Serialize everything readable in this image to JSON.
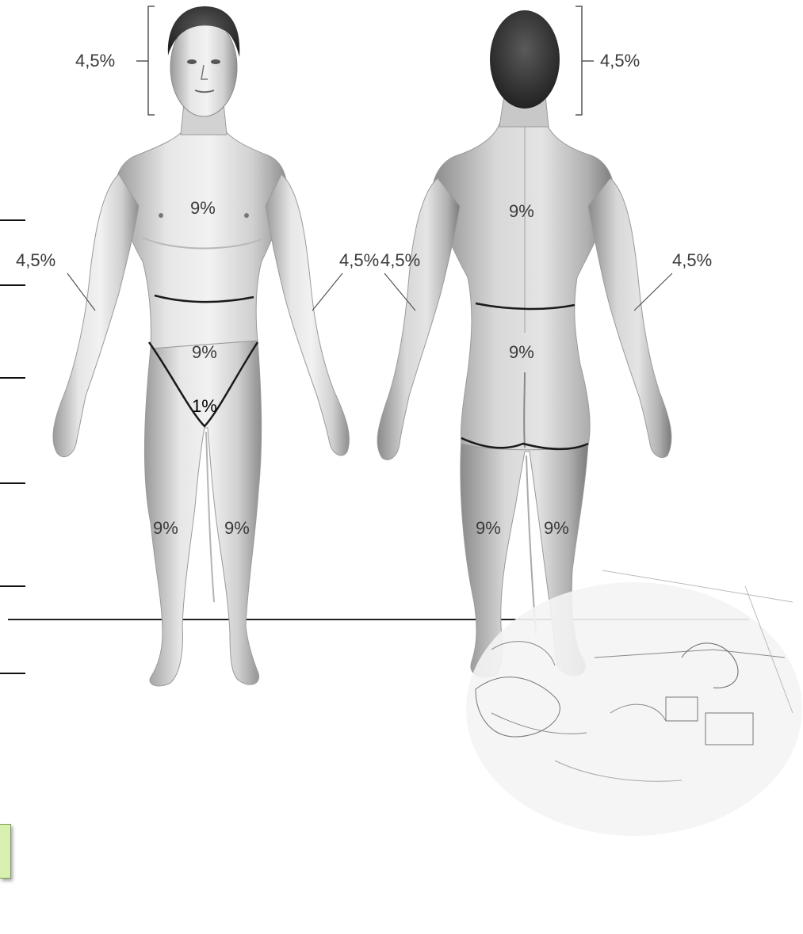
{
  "labels": {
    "front_head": "4,5%",
    "back_head": "4,5%",
    "front_chest": "9%",
    "front_arm_right": "4,5%",
    "front_arm_left": "4,5%",
    "front_abdomen": "9%",
    "front_genital": "1%",
    "front_leg_right": "9%",
    "front_leg_left": "9%",
    "back_upper": "9%",
    "back_arm_left": "4,5%",
    "back_arm_right": "4,5%",
    "back_lower": "9%",
    "back_leg_left": "9%",
    "back_leg_right": "9%"
  },
  "colors": {
    "skin_light": "#efefef",
    "skin_mid": "#c8c8c8",
    "skin_shadow": "#8c8c8c",
    "hair": "#3a3a3a",
    "outline": "#1a1a1a",
    "label_text": "#3a3a3a",
    "note_box": "#d8f0b0"
  }
}
